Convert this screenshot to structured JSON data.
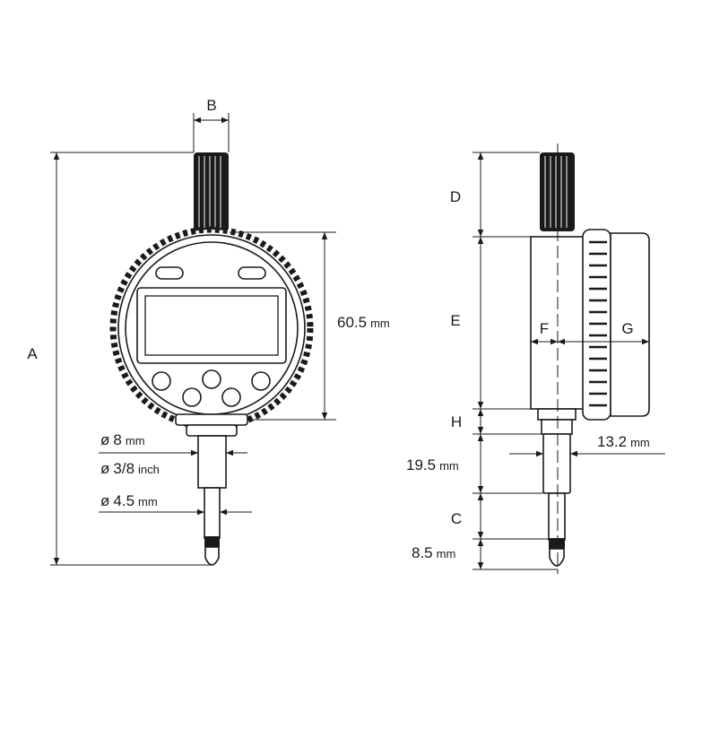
{
  "labels": {
    "A": "A",
    "B": "B",
    "C": "C",
    "D": "D",
    "E": "E",
    "F": "F",
    "G": "G",
    "H": "H"
  },
  "dimensions": {
    "diameter_symbol": "ø",
    "dia_8_value": "8",
    "dia_8_unit": "mm",
    "dia_38_value": "3/8",
    "dia_38_unit": "inch",
    "dia_45_value": "4.5",
    "dia_45_unit": "mm",
    "height_60_5_value": "60.5",
    "height_60_5_unit": "mm",
    "len_13_2_value": "13.2",
    "len_13_2_unit": "mm",
    "len_19_5_value": "19.5",
    "len_19_5_unit": "mm",
    "len_8_5_value": "8.5",
    "len_8_5_unit": "mm"
  },
  "colors": {
    "line": "#1a1a1a",
    "fill": "#ffffff",
    "dark": "#1a1a1a"
  }
}
